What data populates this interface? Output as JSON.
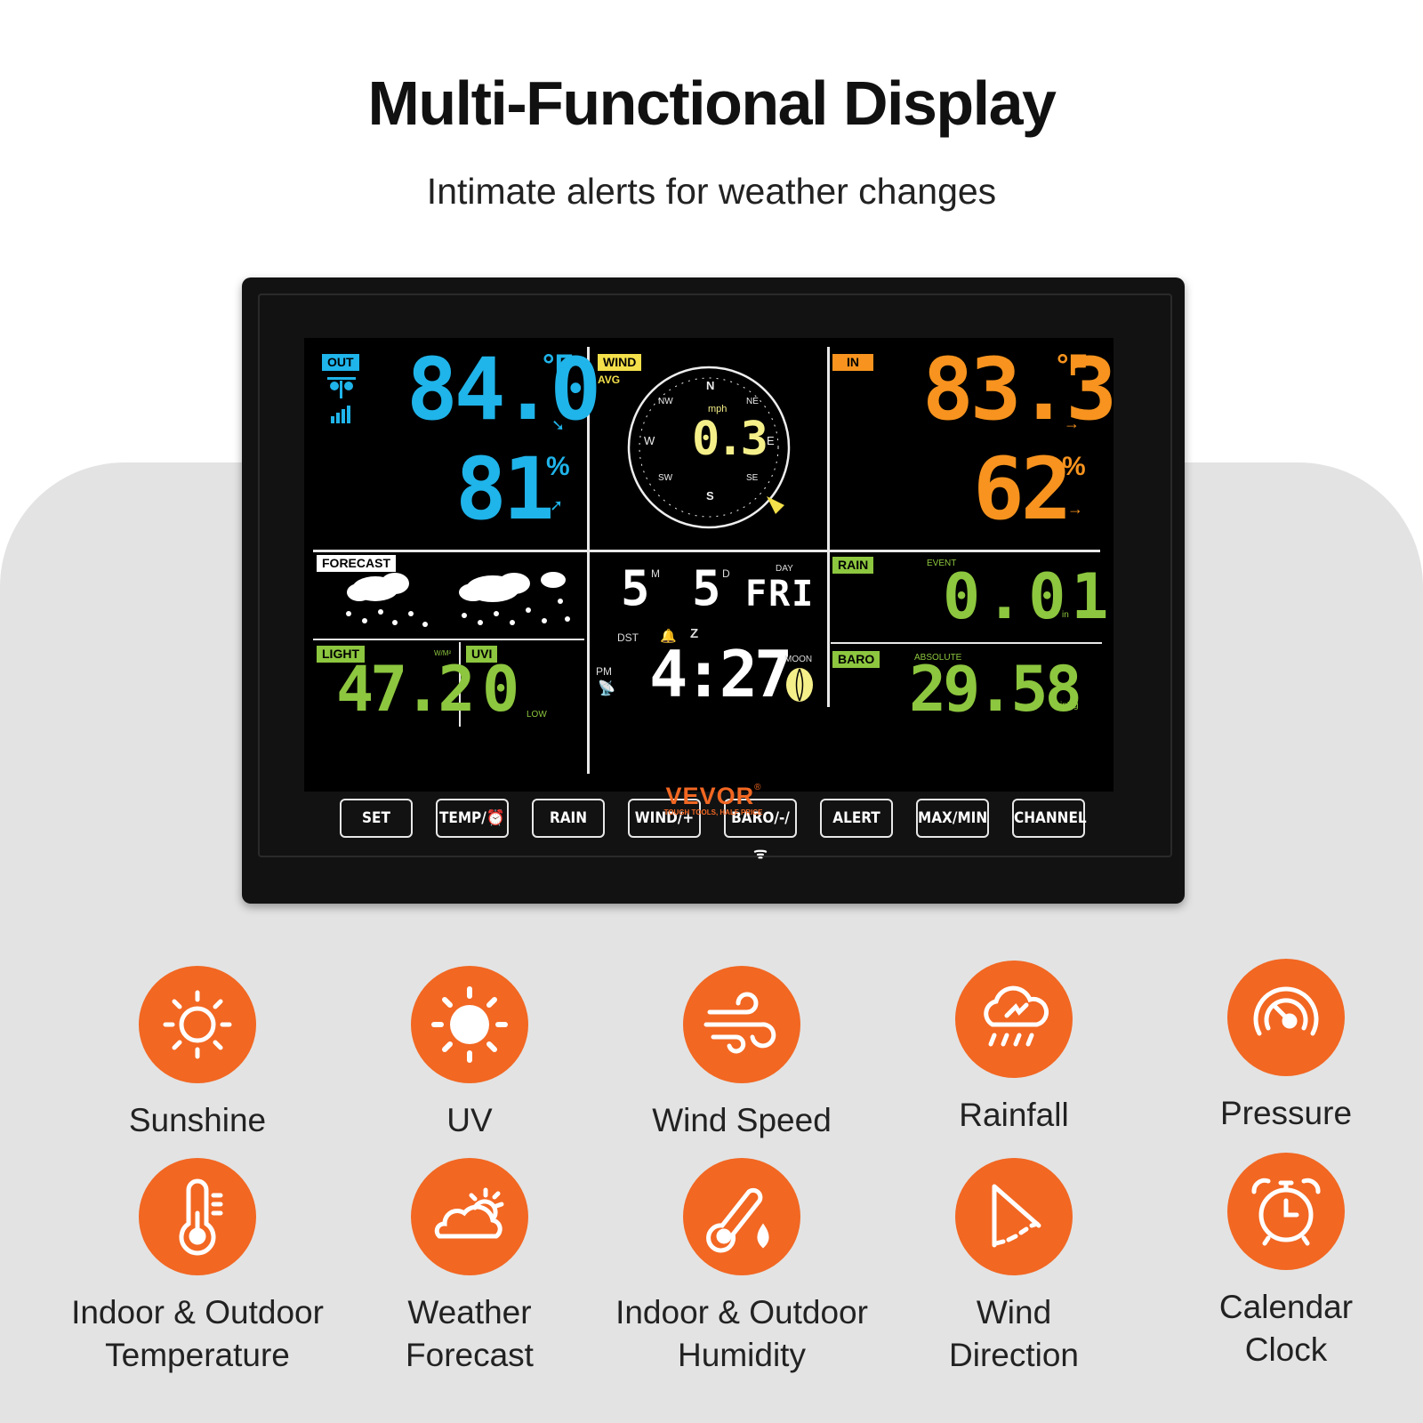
{
  "heading": {
    "title": "Multi-Functional Display",
    "subtitle": "Intimate alerts for weather changes"
  },
  "device": {
    "brand": "VEVOR",
    "brand_mark": "®",
    "slogan": "TOUGH TOOLS, HALF PRICE",
    "outdoor": {
      "tag": "OUT",
      "temperature": "84.0",
      "temp_unit": "°F",
      "humidity": "81",
      "humidity_unit": "%"
    },
    "wind": {
      "tag": "WIND",
      "mode": "AVG",
      "speed": "0.3",
      "unit": "mph",
      "compass": [
        "N",
        "NE",
        "E",
        "SE",
        "S",
        "SW",
        "W",
        "NW"
      ]
    },
    "indoor": {
      "tag": "IN",
      "temperature": "83.3",
      "temp_unit": "°F",
      "humidity": "62",
      "humidity_unit": "%"
    },
    "forecast": {
      "tag": "FORECAST"
    },
    "date": {
      "month": "5",
      "month_label": "M",
      "day": "5",
      "day_label": "D",
      "weekday_label": "DAY",
      "weekday": "FRI"
    },
    "clock": {
      "dst": "DST",
      "pm": "PM",
      "time": "4:27",
      "moon_label": "MOON",
      "sleep": "Z"
    },
    "rain": {
      "tag": "RAIN",
      "mode": "EVENT",
      "value": "0.01",
      "unit": "in"
    },
    "baro": {
      "tag": "BARO",
      "mode": "ABSOLUTE",
      "value": "29.58",
      "unit": "inHg"
    },
    "light": {
      "tag": "LIGHT",
      "value": "47.2",
      "unit": "W/M²"
    },
    "uvi": {
      "tag": "UVI",
      "value": "0",
      "level": "LOW"
    },
    "buttons": [
      "SET",
      "TEMP/⏰",
      "RAIN",
      "WIND/+",
      "BARO/-/ᯤ",
      "ALERT",
      "MAX/MIN",
      "CHANNEL"
    ],
    "colors": {
      "outdoor": "#1fb4ea",
      "wind": "#f5ef8a",
      "indoor": "#f7931e",
      "green": "#8dc63f",
      "tag_wind": "#f3e04a"
    }
  },
  "features": [
    {
      "label": "Sunshine",
      "icon": "sun-outline-icon"
    },
    {
      "label": "UV",
      "icon": "sun-icon"
    },
    {
      "label": "Wind Speed",
      "icon": "wind-icon"
    },
    {
      "label": "Rainfall",
      "icon": "cloud-rain-icon"
    },
    {
      "label": "Pressure",
      "icon": "gauge-icon"
    },
    {
      "label": "Indoor & Outdoor Temperature",
      "line1": "Indoor & Outdoor",
      "line2": "Temperature",
      "icon": "thermometer-icon"
    },
    {
      "label": "Weather Forecast",
      "line1": "Weather",
      "line2": "Forecast",
      "icon": "sun-cloud-icon"
    },
    {
      "label": "Indoor & Outdoor Humidity",
      "line1": "Indoor & Outdoor",
      "line2": "Humidity",
      "icon": "thermometer-drop-icon"
    },
    {
      "label": "Wind Direction",
      "line1": "Wind",
      "line2": "Direction",
      "icon": "wind-direction-icon"
    },
    {
      "label": "Calendar Clock",
      "line1": "Calendar",
      "line2": "Clock",
      "icon": "alarm-clock-icon"
    }
  ]
}
